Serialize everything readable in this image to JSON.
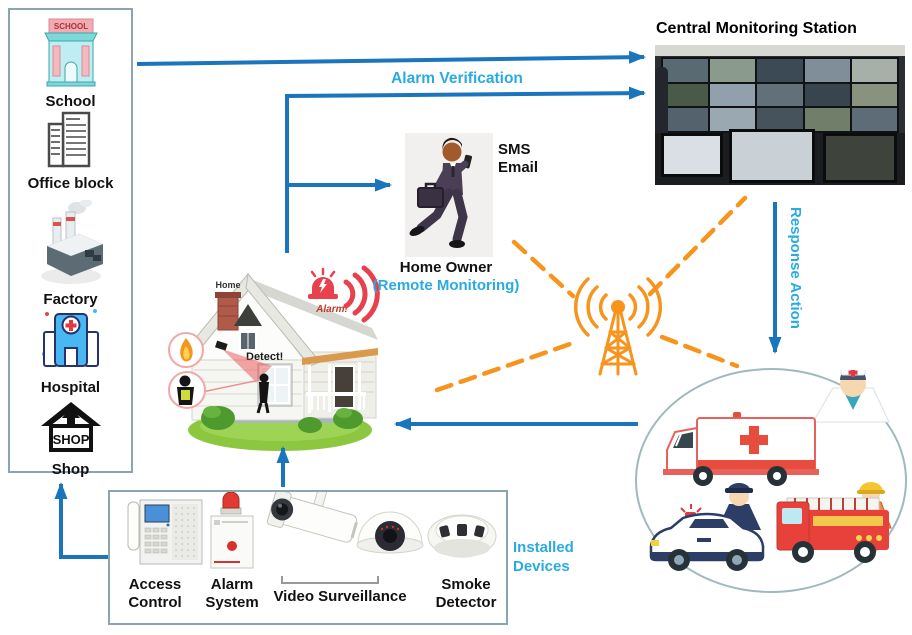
{
  "sidebar": {
    "items": [
      {
        "label": "School"
      },
      {
        "label": "Office block"
      },
      {
        "label": "Factory"
      },
      {
        "label": "Hospital"
      },
      {
        "label": "Shop"
      }
    ],
    "school_sign": "SCHOOL",
    "shop_sign": "SHOP"
  },
  "monitoring_station": {
    "title": "Central Monitoring Station"
  },
  "labels": {
    "alarm_verification": "Alarm Verification",
    "response_action": "Response Action",
    "installed_devices": "Installed Devices"
  },
  "home_owner": {
    "sms": "SMS",
    "email": "Email",
    "name": "Home Owner",
    "mode": "(Remote Monitoring)"
  },
  "house": {
    "home": "Home",
    "alarm": "Alarm!",
    "detect": "Detect!"
  },
  "devices": {
    "items": [
      {
        "label": "Access Control"
      },
      {
        "label": "Alarm System"
      },
      {
        "label": "Video Surveillance"
      },
      {
        "label": "Smoke Detector"
      }
    ]
  },
  "colors": {
    "arrow_blue": "#1b75bc",
    "accent_cyan": "#29abe2",
    "signal_orange": "#f7941d",
    "alarm_red": "#e8414d",
    "box_border": "#8aa5ad"
  }
}
